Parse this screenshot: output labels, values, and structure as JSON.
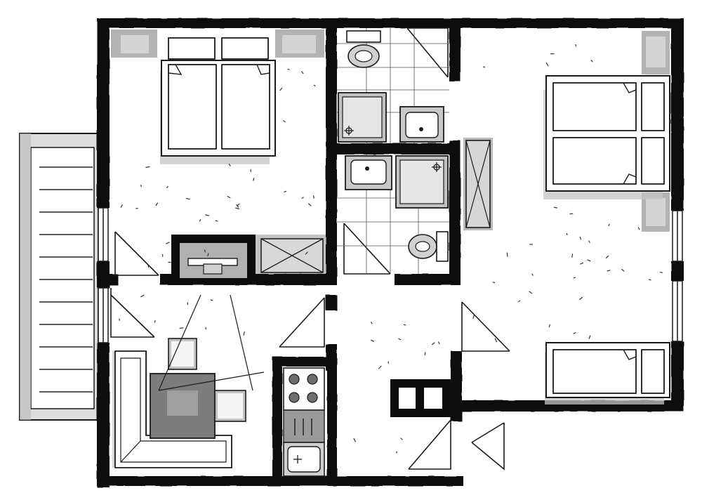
{
  "colors": {
    "wall": "#0c0c0c",
    "floor": "#ffffff",
    "marker_light": "#d9d9d9",
    "marker_mid": "#b3b3b3",
    "marker_dark": "#8c8c8c",
    "line": "#1a1a1a"
  },
  "rooms": [
    "bedroom-west",
    "bathroom-north",
    "bathroom-south",
    "bedroom-east",
    "living-kitchen",
    "entrance-hall"
  ],
  "fixtures": [
    "double-bed",
    "single-bed",
    "single-bed",
    "single-bed",
    "toilet",
    "toilet",
    "washbasin",
    "washbasin",
    "shower-tray",
    "shower-tray",
    "wardrobe",
    "wardrobe",
    "dining-table",
    "bench",
    "chair",
    "stove",
    "sink",
    "balcony"
  ]
}
